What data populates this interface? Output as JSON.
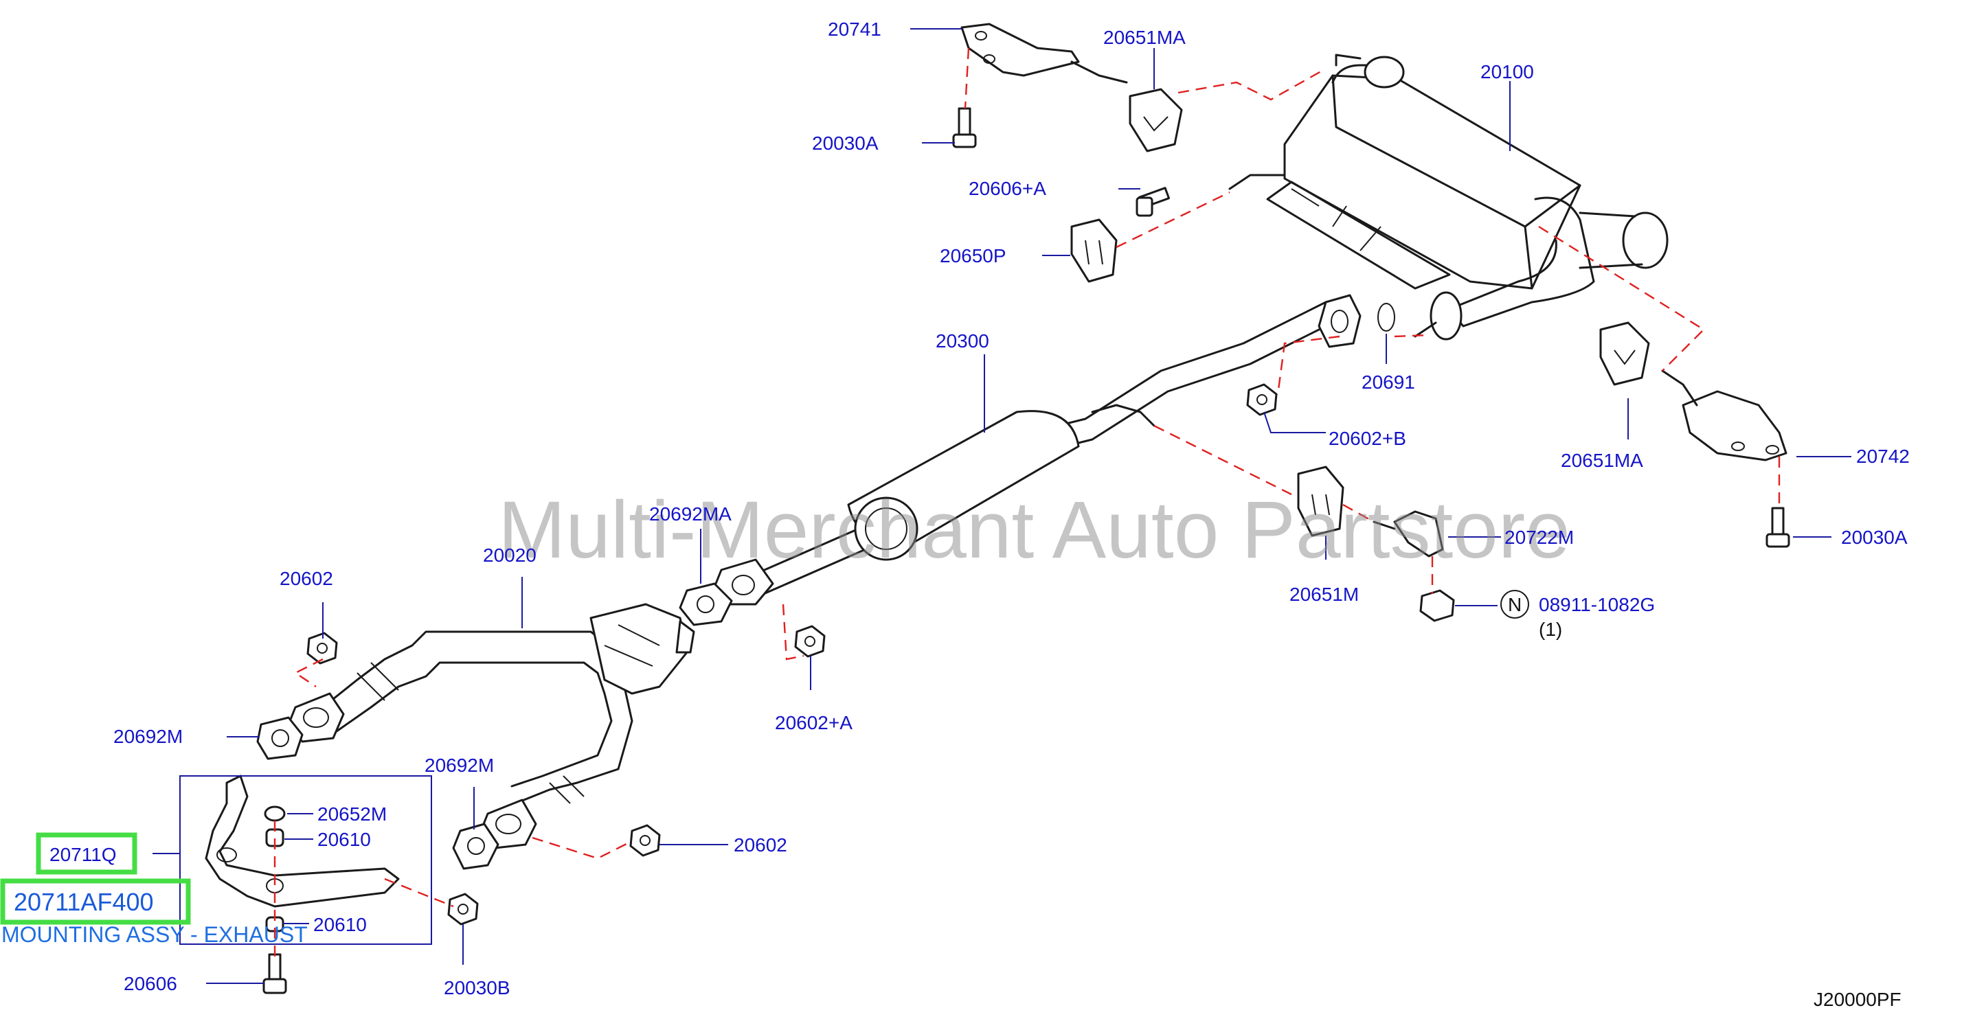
{
  "diagram": {
    "code": "J20000PF",
    "watermark": "Multi-Merchant Auto Partstore",
    "highlight": {
      "part_number": "20711AF400",
      "description": "MOUNTING ASSY - EXHAUST"
    },
    "callouts": {
      "c20741": "20741",
      "c20651MA_top": "20651MA",
      "c20100": "20100",
      "c20030A_top": "20030A",
      "c20606A": "20606+A",
      "c20650P": "20650P",
      "c20300": "20300",
      "c20691": "20691",
      "c20602B": "20602+B",
      "c20651MA_right": "20651MA",
      "c20742": "20742",
      "c20030A_right": "20030A",
      "c20692MA": "20692MA",
      "c20020": "20020",
      "c20602_left": "20602",
      "c20722M": "20722M",
      "c20651M": "20651M",
      "c08911": "08911-1082G",
      "c08911_qty": "(1)",
      "c_nut_symbol": "N",
      "c20692M_left": "20692M",
      "c20602A": "20602+A",
      "c20692M_mid": "20692M",
      "c20652M": "20652M",
      "c20711Q": "20711Q",
      "c20610_a": "20610",
      "c20602_right": "20602",
      "c20610_b": "20610",
      "c20606": "20606",
      "c20030B": "20030B"
    }
  }
}
